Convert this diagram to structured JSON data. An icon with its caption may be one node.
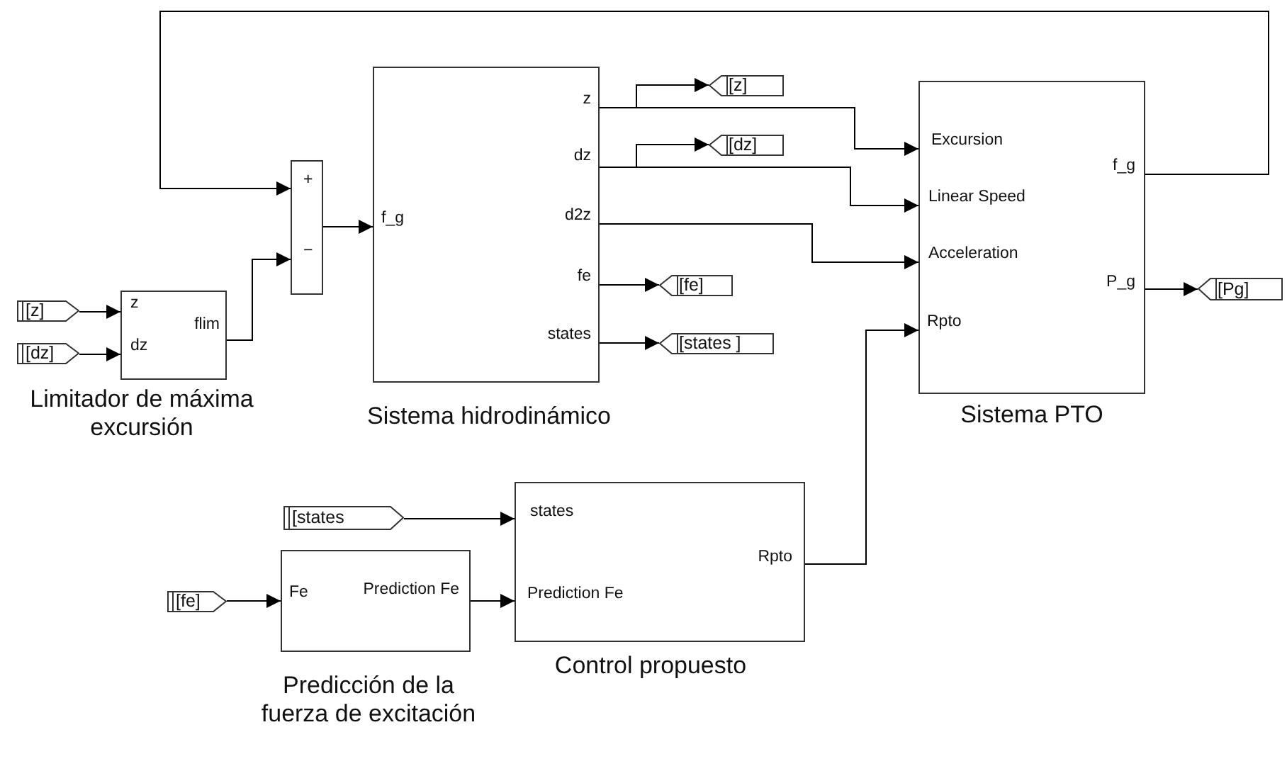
{
  "diagram": {
    "nodes": [
      {
        "text": [
          "[z]"
        ]
      },
      {
        "text": [
          "[dz]"
        ]
      },
      {
        "text": [
          "z",
          "dz",
          "flim"
        ],
        "beside": [
          "Limitador de máxima excursión"
        ]
      },
      {
        "text": [
          "+",
          "−"
        ]
      },
      {
        "text": [
          "f_g",
          "z",
          "dz",
          "d2z",
          "fe",
          "states"
        ],
        "beside": [
          "Sistema hidrodinámico"
        ]
      },
      {
        "text": [
          "[z]"
        ]
      },
      {
        "text": [
          "[dz]"
        ]
      },
      {
        "text": [
          "[fe]"
        ]
      },
      {
        "text": [
          "[states ]"
        ]
      },
      {
        "text": [
          "Excursion",
          "Linear Speed",
          "Acceleration",
          "Rpto",
          "f_g",
          "P_g"
        ],
        "beside": [
          "Sistema PTO"
        ]
      },
      {
        "text": [
          "[Pg]"
        ]
      },
      {
        "text": [
          "[states"
        ]
      },
      {
        "text": [
          "[fe]"
        ]
      },
      {
        "text": [
          "Fe",
          "Prediction Fe"
        ],
        "beside": [
          "Predicción de la fuerza de excitación"
        ]
      },
      {
        "text": [
          "states",
          "Prediction Fe",
          "Rpto"
        ],
        "beside": [
          "Control propuesto"
        ]
      }
    ],
    "edges": [
      {
        "from": 0,
        "to": 2,
        "arrow": "to"
      },
      {
        "from": 1,
        "to": 2,
        "arrow": "to"
      },
      {
        "from": 2,
        "to": 3,
        "arrow": "to"
      },
      {
        "from": 9,
        "to": 3,
        "arrow": "to"
      },
      {
        "from": 3,
        "to": 4,
        "arrow": "to"
      },
      {
        "from": 4,
        "to": 5,
        "arrow": "to"
      },
      {
        "from": 4,
        "to": 9,
        "arrow": "to"
      },
      {
        "from": 4,
        "to": 6,
        "arrow": "to"
      },
      {
        "from": 4,
        "to": 9,
        "arrow": "to"
      },
      {
        "from": 4,
        "to": 9,
        "arrow": "to"
      },
      {
        "from": 4,
        "to": 7,
        "arrow": "to"
      },
      {
        "from": 4,
        "to": 8,
        "arrow": "to"
      },
      {
        "from": 9,
        "to": 10,
        "arrow": "to"
      },
      {
        "from": 14,
        "to": 9,
        "arrow": "to"
      },
      {
        "from": 11,
        "to": 14,
        "arrow": "to"
      },
      {
        "from": 12,
        "to": 13,
        "arrow": "to"
      },
      {
        "from": 13,
        "to": 14,
        "arrow": "to"
      }
    ]
  }
}
